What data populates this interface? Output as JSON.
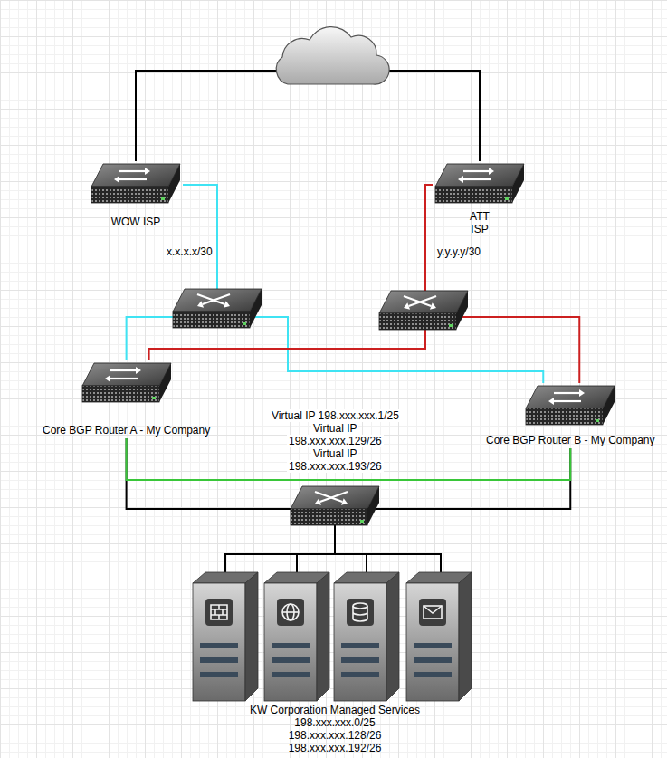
{
  "diagram": {
    "nodes": [
      {
        "text": [
          "WOW ISP"
        ]
      },
      {
        "text": [
          "ATT ISP"
        ]
      },
      {
        "text": [
          "Core BGP Router A - My Company"
        ]
      },
      {
        "text": [
          "Core BGP Router B - My Company"
        ]
      },
      {
        "text": [
          "KW Corporation Managed Services",
          "198.xxx.xxx.0/25",
          "198.xxx.xxx.128/26",
          "198.xxx.xxx.192/26"
        ]
      }
    ],
    "edges": [
      {
        "from": 0,
        "to": 1,
        "arrow": "none"
      },
      {
        "from": 0,
        "to": 2,
        "arrow": "none"
      },
      {
        "from": 0,
        "to": 3,
        "arrow": "none"
      },
      {
        "from": 1,
        "to": 2,
        "arrow": "none"
      },
      {
        "from": 1,
        "to": 3,
        "arrow": "none"
      },
      {
        "from": 2,
        "to": 3,
        "arrow": "none"
      },
      {
        "from": 2,
        "to": 4,
        "arrow": "none"
      },
      {
        "from": 3,
        "to": 4,
        "arrow": "none"
      }
    ],
    "labels": [
      "x.x.x.x/30",
      "y.y.y.y/30",
      "Virtual IP 198.xxx.xxx.1/25",
      "Virtual IP",
      "198.xxx.xxx.129/26",
      "Virtual IP",
      "198.xxx.xxx.193/26"
    ]
  }
}
